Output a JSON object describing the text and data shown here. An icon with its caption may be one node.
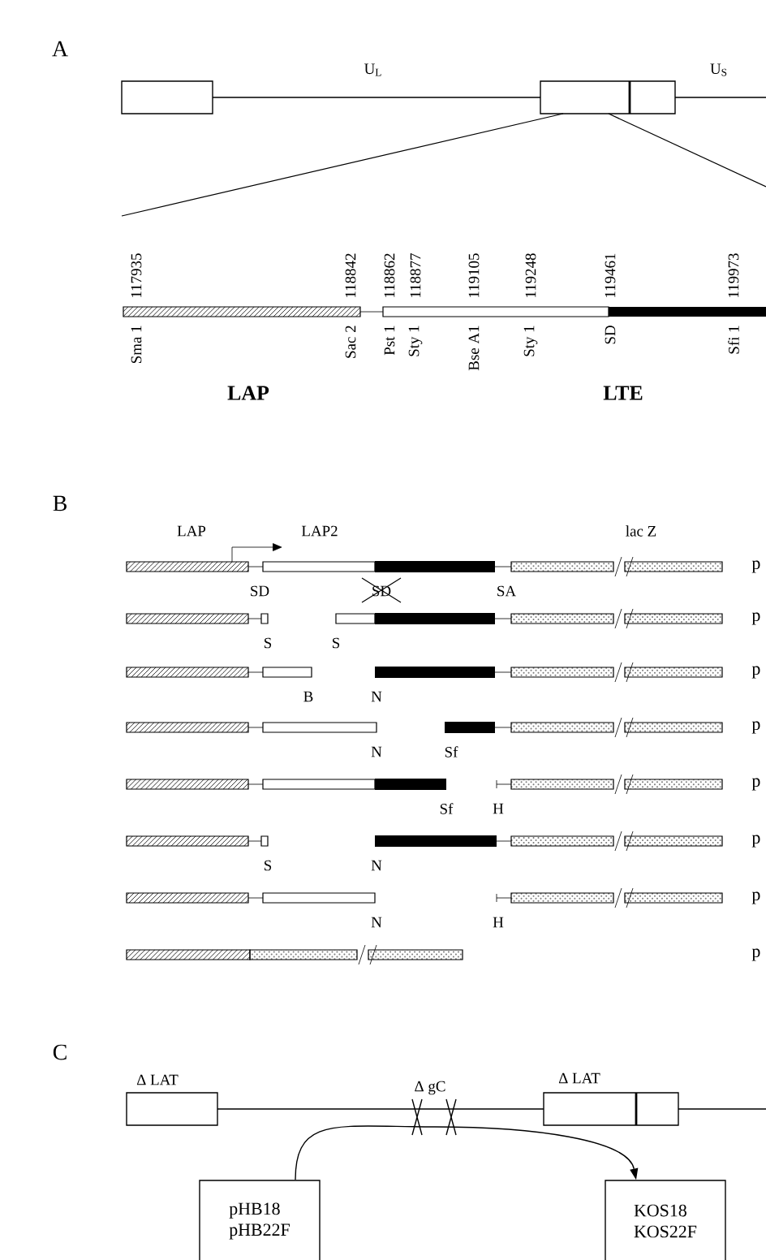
{
  "diagram": {
    "nodes": [
      {
        "text": [
          "pHB18",
          "pHB22F"
        ]
      },
      {
        "text": [
          "KOS18",
          "KOS22F"
        ]
      }
    ],
    "edges": [
      {
        "from": 0,
        "to": 1,
        "arrow": "to"
      }
    ],
    "labels": [
      "A",
      "U$_{L}$",
      "U$_{S}$",
      "117935",
      "118842",
      "118862",
      "118877",
      "119105",
      "119248",
      "119461",
      "119973",
      "Sma 1",
      "Sac 2",
      "Pst 1",
      "Sty 1",
      "Bse A1",
      "Sty 1",
      "SD",
      "Sfi 1",
      "LAP",
      "LTE",
      "B",
      "LAP",
      "LAP2",
      "lac Z",
      "p",
      "SD",
      "SD",
      "SA",
      "p",
      "S",
      "S",
      "p",
      "B",
      "N",
      "p",
      "N",
      "Sf",
      "p",
      "Sf",
      "H",
      "p",
      "S",
      "N",
      "p",
      "N",
      "H",
      "p",
      "C",
      "Δ LAT",
      "Δ gC",
      "Δ LAT"
    ]
  }
}
